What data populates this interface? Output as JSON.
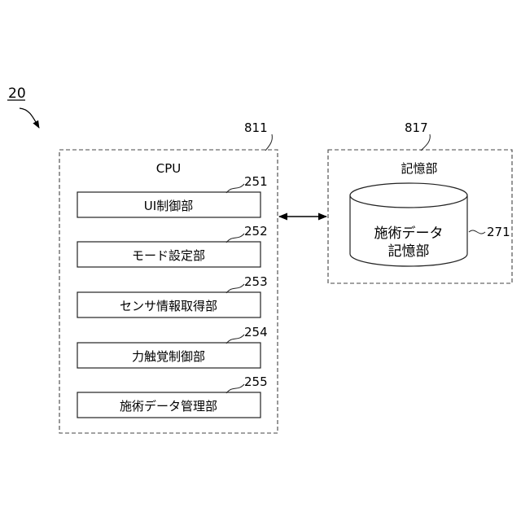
{
  "figure": {
    "ref_label": "20",
    "cpu_block": {
      "ref": "811",
      "title": "CPU",
      "units": [
        {
          "ref": "251",
          "label": "UI制御部"
        },
        {
          "ref": "252",
          "label": "モード設定部"
        },
        {
          "ref": "253",
          "label": "センサ情報取得部"
        },
        {
          "ref": "254",
          "label": "力触覚制御部"
        },
        {
          "ref": "255",
          "label": "施術データ管理部"
        }
      ]
    },
    "storage_block": {
      "ref": "817",
      "title": "記憶部",
      "database": {
        "ref": "271",
        "line1": "施術データ",
        "line2": "記憶部"
      }
    }
  }
}
